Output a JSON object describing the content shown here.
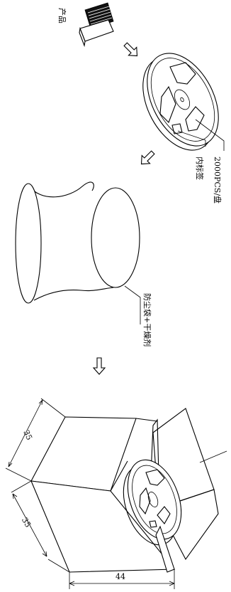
{
  "labels": {
    "product": "产品",
    "reel_qty": "2000PCS/盘",
    "inner_label": "内标签",
    "dust_bag": "防尘袋+干燥剂"
  },
  "dimensions": {
    "length_a": "35",
    "length_b": "35",
    "width": "44"
  }
}
